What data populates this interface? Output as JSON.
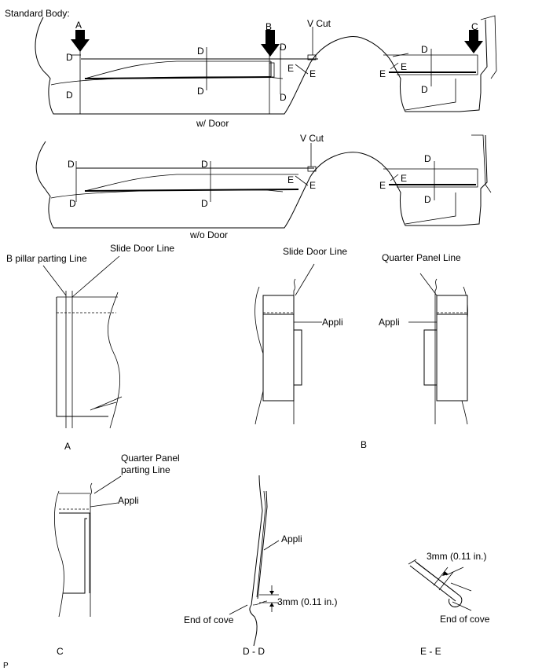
{
  "header": {
    "title": "Standard Body:"
  },
  "markers": {
    "a": "A",
    "b": "B",
    "c": "C",
    "d": "D",
    "e": "E"
  },
  "views": {
    "with_door": {
      "caption": "w/ Door",
      "v_cut": "V Cut"
    },
    "without_door": {
      "caption": "w/o Door",
      "v_cut": "V Cut"
    }
  },
  "details": {
    "a": {
      "caption": "A",
      "b_pillar_label": "B pillar parting Line",
      "slide_door_label": "Slide Door Line"
    },
    "b": {
      "caption": "B",
      "slide_door_label": "Slide Door Line",
      "quarter_panel_label": "Quarter Panel Line",
      "appli_left": "Appli",
      "appli_right": "Appli"
    },
    "c": {
      "caption": "C",
      "quarter_line1": "Quarter Panel",
      "quarter_line2": "parting Line",
      "appli": "Appli"
    },
    "dd": {
      "caption": "D - D",
      "appli": "Appli",
      "dimension": "3mm (0.11 in.)",
      "end_of_cove": "End of cove"
    },
    "ee": {
      "caption": "E - E",
      "dimension": "3mm (0.11 in.)",
      "end_of_cove": "End of cove"
    }
  },
  "footer": {
    "code": "P"
  }
}
